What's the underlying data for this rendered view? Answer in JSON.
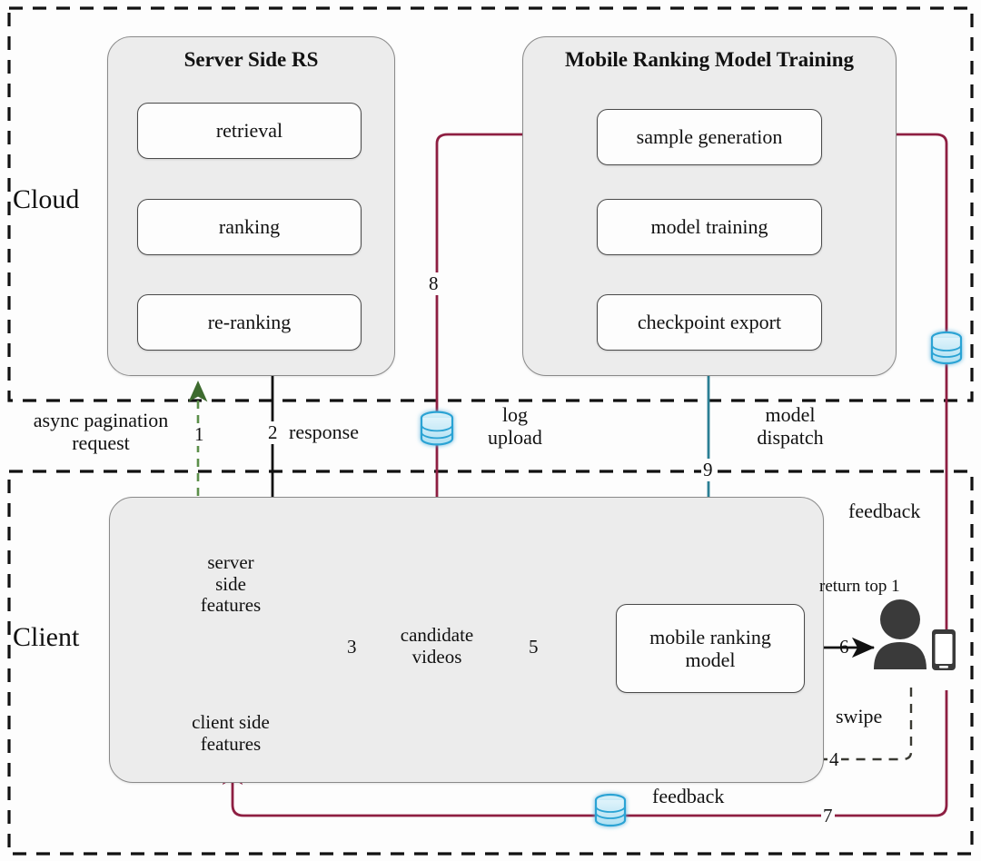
{
  "zones": {
    "cloud": {
      "label": "Cloud"
    },
    "client": {
      "label": "Client"
    }
  },
  "groups": {
    "server_side_rs": {
      "title": "Server Side RS",
      "steps": [
        {
          "label": "retrieval"
        },
        {
          "label": "ranking"
        },
        {
          "label": "re-ranking"
        }
      ]
    },
    "mobile_training": {
      "title": "Mobile Ranking Model Training",
      "steps": [
        {
          "label": "sample generation"
        },
        {
          "label": "model training"
        },
        {
          "label": "checkpoint export"
        }
      ]
    },
    "client_pipeline": {
      "stores": [
        {
          "label": "server\nside\nfeatures"
        },
        {
          "label": "client side\nfeatures"
        },
        {
          "label": "candidate\nvideos"
        }
      ],
      "model": {
        "label": "mobile ranking\nmodel"
      }
    }
  },
  "edges": [
    {
      "id": "1",
      "number": "1",
      "label": "async pagination\nrequest",
      "style": "dashed",
      "color": "#4a7a3a"
    },
    {
      "id": "2",
      "number": "2",
      "label": "response",
      "style": "solid",
      "color": "#111111"
    },
    {
      "id": "3",
      "number": "3",
      "label": "",
      "style": "solid",
      "color": "#111111"
    },
    {
      "id": "4",
      "number": "4",
      "label": "swipe",
      "style": "dashed",
      "color": "#333333"
    },
    {
      "id": "5",
      "number": "5",
      "label": "",
      "style": "solid",
      "color": "#111111"
    },
    {
      "id": "6",
      "number": "6",
      "label": "return top 1",
      "style": "solid",
      "color": "#111111"
    },
    {
      "id": "7",
      "number": "7",
      "label": "feedback",
      "style": "solid",
      "color": "#8e1f42"
    },
    {
      "id": "8",
      "number": "8",
      "label": "log\nupload",
      "style": "solid",
      "color": "#8e1f42"
    },
    {
      "id": "9",
      "number": "9",
      "label": "model\ndispatch",
      "style": "solid",
      "color": "#2b7f94"
    }
  ],
  "labels": {
    "async_pagination_line1": "async pagination",
    "async_pagination_line2": "request",
    "response": "response",
    "log_line1": "log",
    "log_line2": "upload",
    "model_line1": "model",
    "model_line2": "dispatch",
    "feedback_top": "feedback",
    "feedback_bottom": "feedback",
    "return_top1": "return top 1",
    "swipe": "swipe",
    "num1": "1",
    "num2": "2",
    "num3": "3",
    "num4": "4",
    "num5": "5",
    "num6": "6",
    "num7": "7",
    "num8": "8",
    "num9": "9"
  },
  "stores_text": {
    "server_side_features_l1": "server",
    "server_side_features_l2": "side",
    "server_side_features_l3": "features",
    "client_side_features_l1": "client side",
    "client_side_features_l2": "features",
    "candidate_videos_l1": "candidate",
    "candidate_videos_l2": "videos",
    "mobile_model_l1": "mobile ranking",
    "mobile_model_l2": "model"
  },
  "icons": {
    "db_small": "database-icon",
    "person": "user-icon",
    "phone": "mobile-phone-icon"
  },
  "colors": {
    "crimson": "#8e1f42",
    "teal": "#2b7f94",
    "green": "#4a7a3a",
    "db_blue": "#29a3d4",
    "black": "#111111",
    "group_fill": "#ececec",
    "box_fill": "#fdfdfd"
  }
}
